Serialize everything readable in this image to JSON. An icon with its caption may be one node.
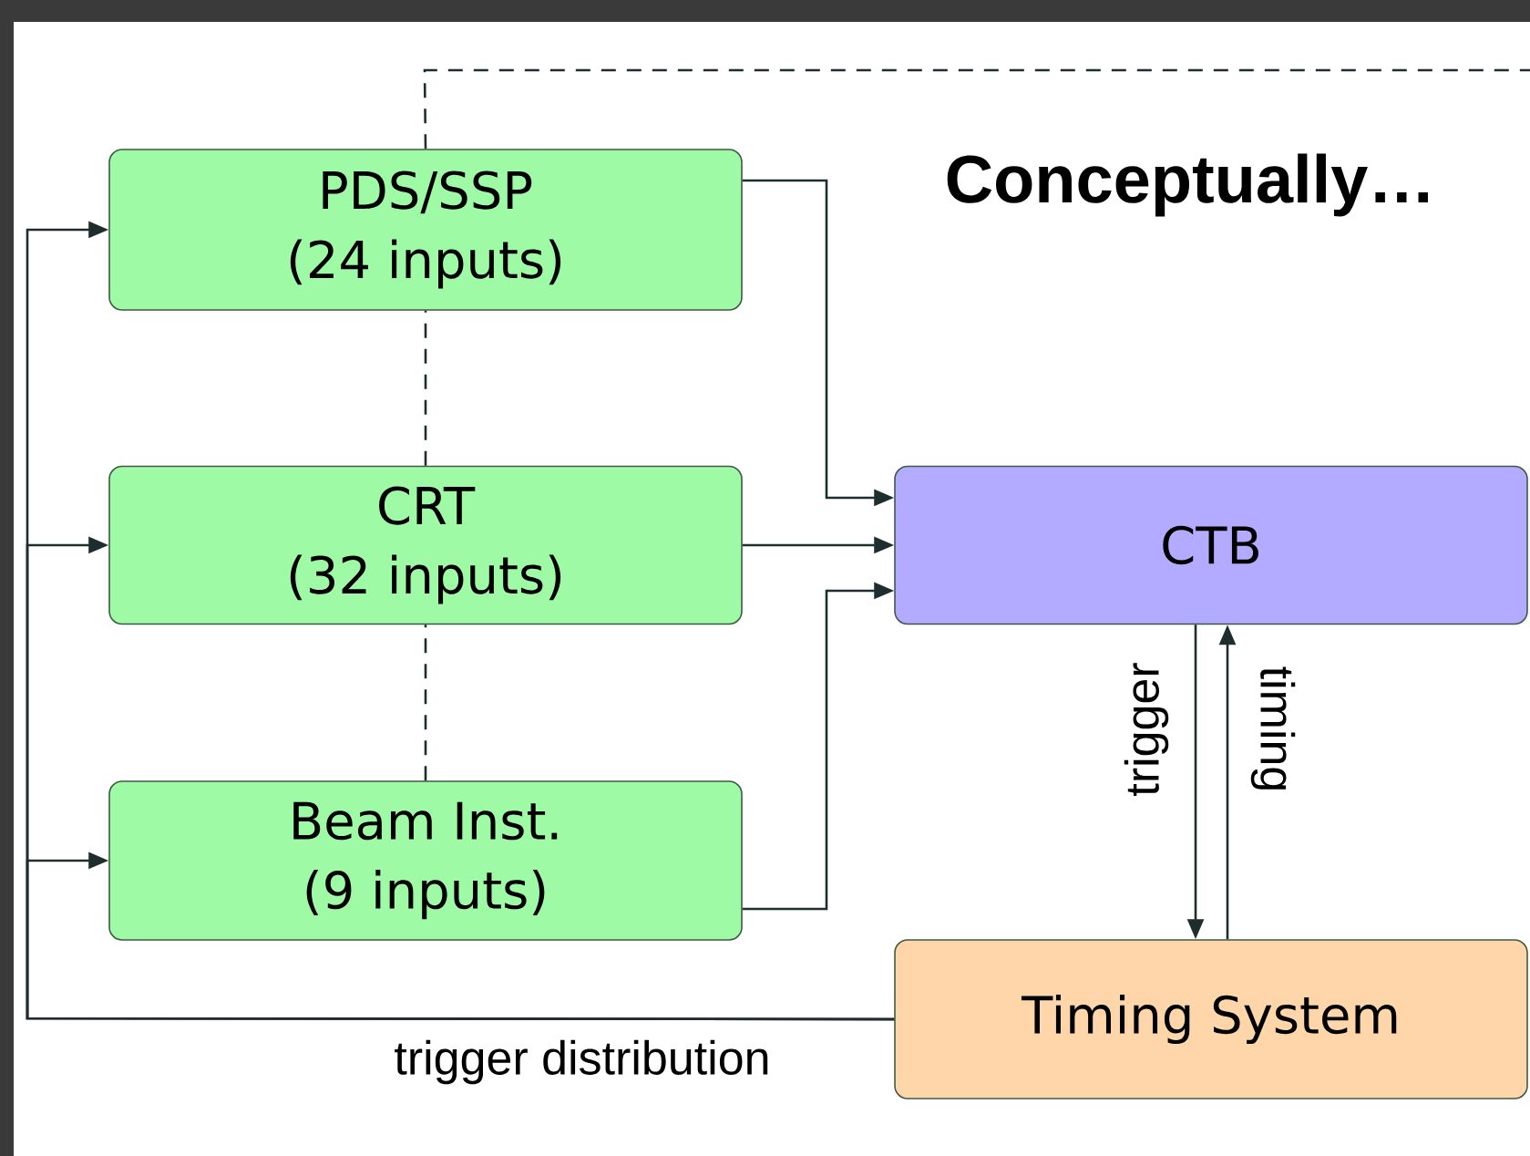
{
  "diagram": {
    "title": "Conceptually…",
    "nodes": [
      {
        "text": [
          "PDS/SSP",
          "(24 inputs)"
        ]
      },
      {
        "text": [
          "CRT",
          "(32 inputs)"
        ]
      },
      {
        "text": [
          "Beam Inst.",
          "(9 inputs)"
        ]
      },
      {
        "text": [
          "CTB"
        ]
      },
      {
        "text": [
          "Timing System"
        ]
      }
    ],
    "edges": [
      {
        "from": 0,
        "to": 3,
        "arrow": "to"
      },
      {
        "from": 1,
        "to": 3,
        "arrow": "to"
      },
      {
        "from": 2,
        "to": 3,
        "arrow": "to"
      },
      {
        "from": 3,
        "to": 4,
        "arrow": "to",
        "label": "trigger"
      },
      {
        "from": 4,
        "to": 3,
        "arrow": "to",
        "label": "timing"
      },
      {
        "from": 4,
        "to": 0,
        "arrow": "to"
      },
      {
        "from": 4,
        "to": 1,
        "arrow": "to"
      },
      {
        "from": 4,
        "to": 2,
        "arrow": "to",
        "label": "trigger distribution"
      },
      {
        "from": 1,
        "to": 0,
        "arrow": "none",
        "style": "dashed"
      },
      {
        "from": 2,
        "to": 1,
        "arrow": "none",
        "style": "dashed"
      },
      {
        "from": 0,
        "to": null,
        "arrow": "none",
        "style": "dashed"
      }
    ]
  }
}
